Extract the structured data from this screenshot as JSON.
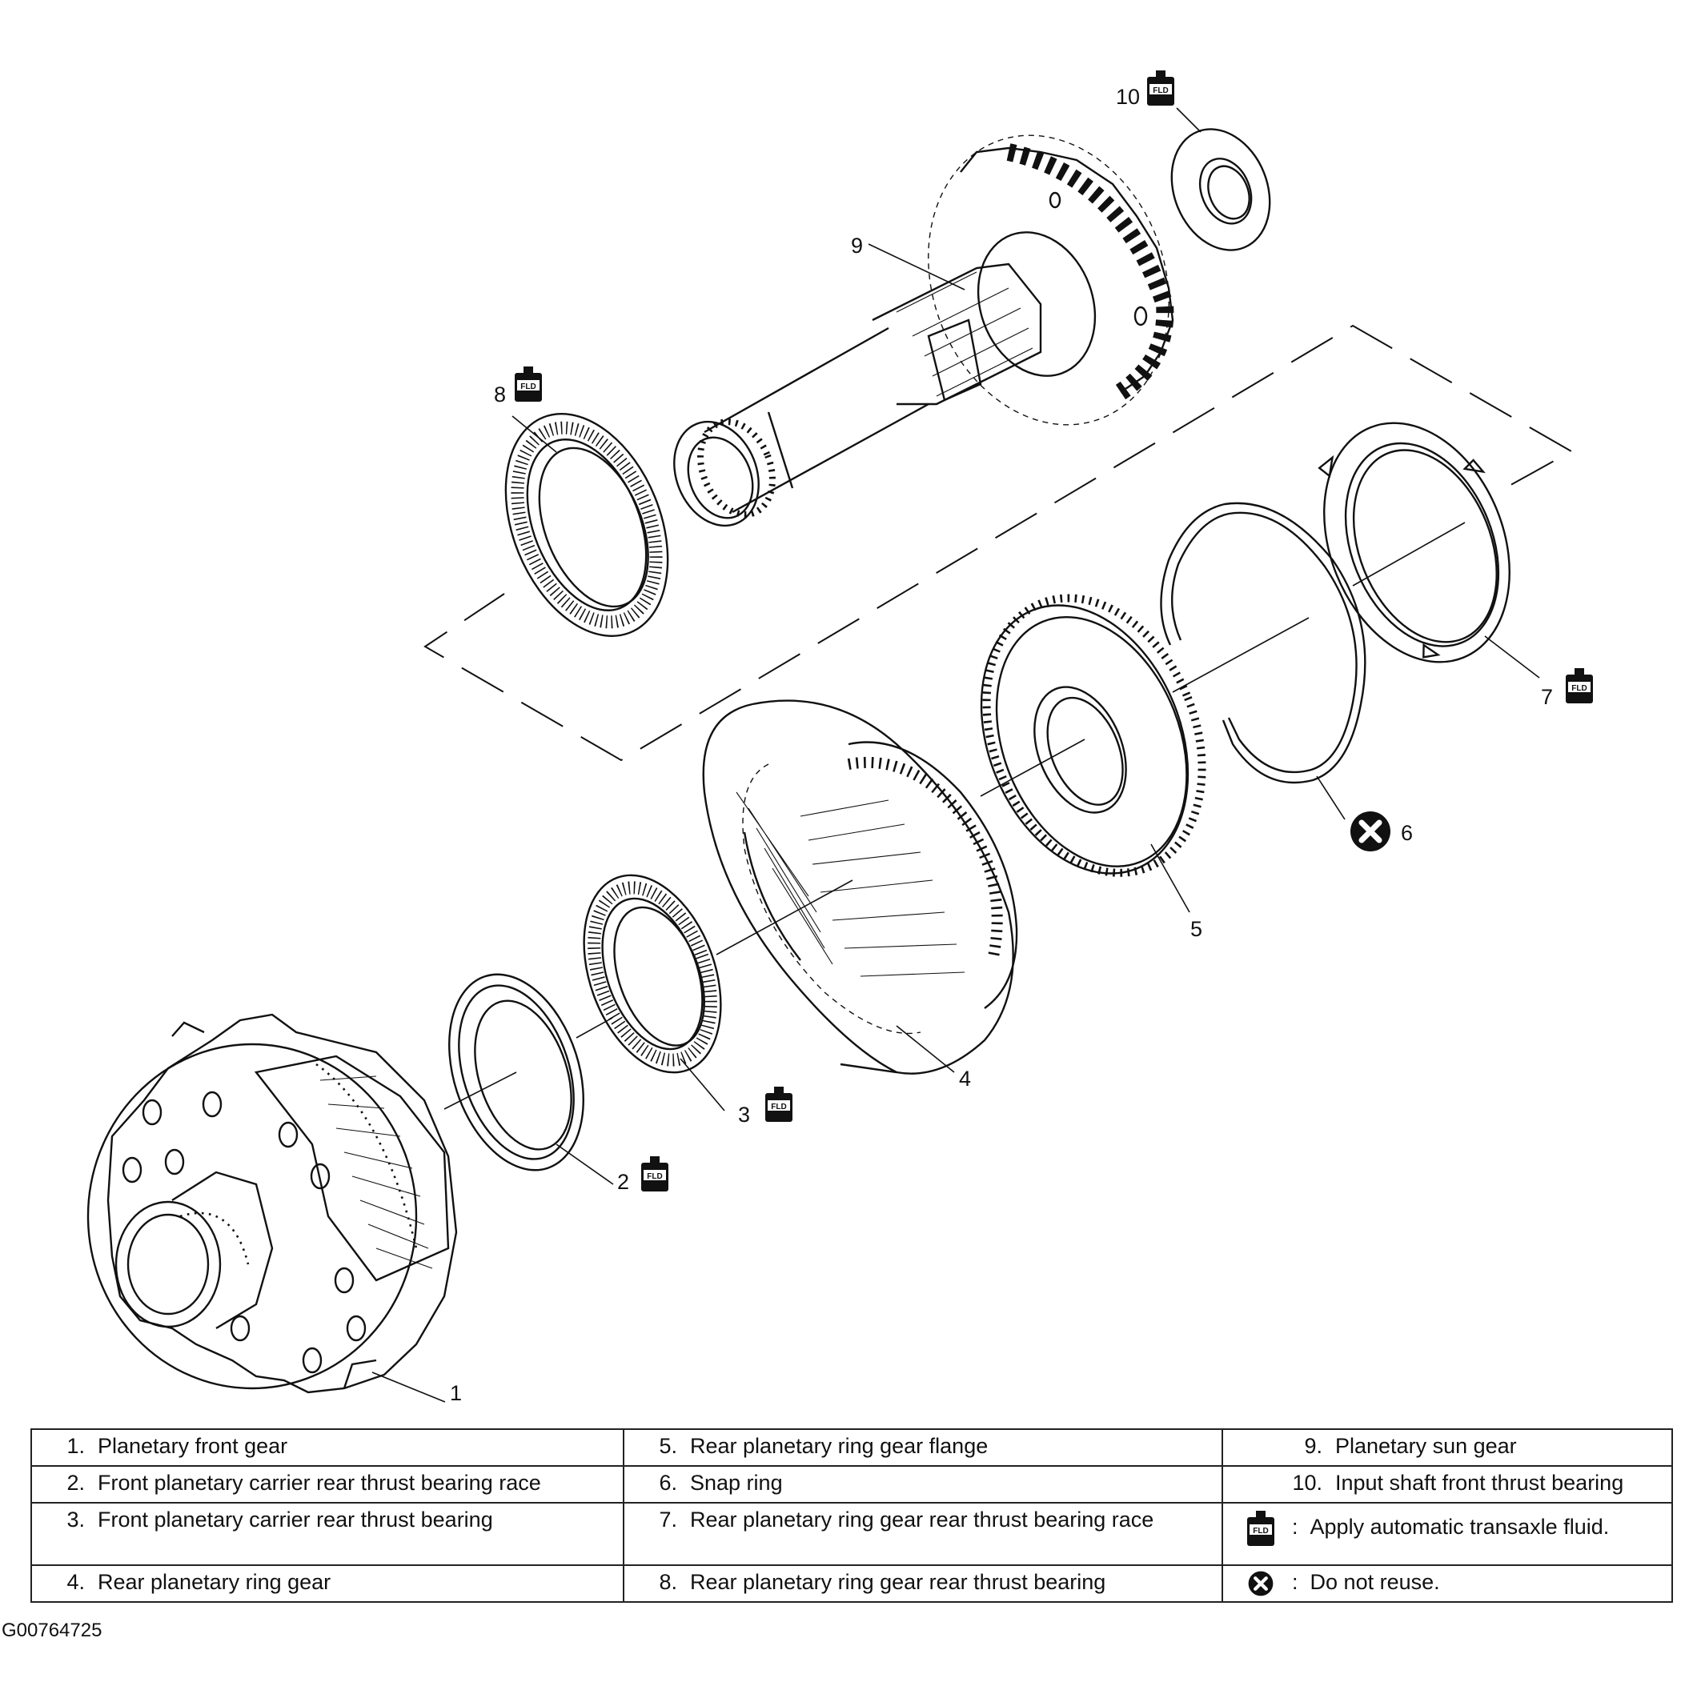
{
  "callouts": [
    {
      "id": "1",
      "text": "1"
    },
    {
      "id": "2",
      "text": "2"
    },
    {
      "id": "3",
      "text": "3"
    },
    {
      "id": "4",
      "text": "4"
    },
    {
      "id": "5",
      "text": "5"
    },
    {
      "id": "6",
      "text": "6"
    },
    {
      "id": "7",
      "text": "7"
    },
    {
      "id": "8",
      "text": "8"
    },
    {
      "id": "9",
      "text": "9"
    },
    {
      "id": "10",
      "text": "10"
    }
  ],
  "fluid_badge_text": "FLD",
  "legend": {
    "rows": [
      [
        {
          "num": "1.",
          "text": "Planetary front gear"
        },
        {
          "num": "5.",
          "text": "Rear planetary ring gear flange"
        },
        {
          "num": "9.",
          "text": "Planetary sun gear"
        }
      ],
      [
        {
          "num": "2.",
          "text": "Front planetary carrier rear thrust bearing race"
        },
        {
          "num": "6.",
          "text": "Snap ring"
        },
        {
          "num": "10.",
          "text": "Input shaft front thrust bearing"
        }
      ],
      [
        {
          "num": "3.",
          "text": "Front planetary carrier rear thrust bearing"
        },
        {
          "num": "7.",
          "text": "Rear planetary ring gear rear thrust bearing race"
        },
        {
          "symbol": "fluid-icon",
          "sep": ":",
          "text": "Apply automatic transaxle fluid."
        }
      ],
      [
        {
          "num": "4.",
          "text": "Rear planetary ring gear"
        },
        {
          "num": "8.",
          "text": "Rear planetary ring gear rear thrust bearing"
        },
        {
          "symbol": "do-not-reuse-icon",
          "sep": ":",
          "text": "Do not reuse."
        }
      ]
    ]
  },
  "figure_id": "G00764725"
}
